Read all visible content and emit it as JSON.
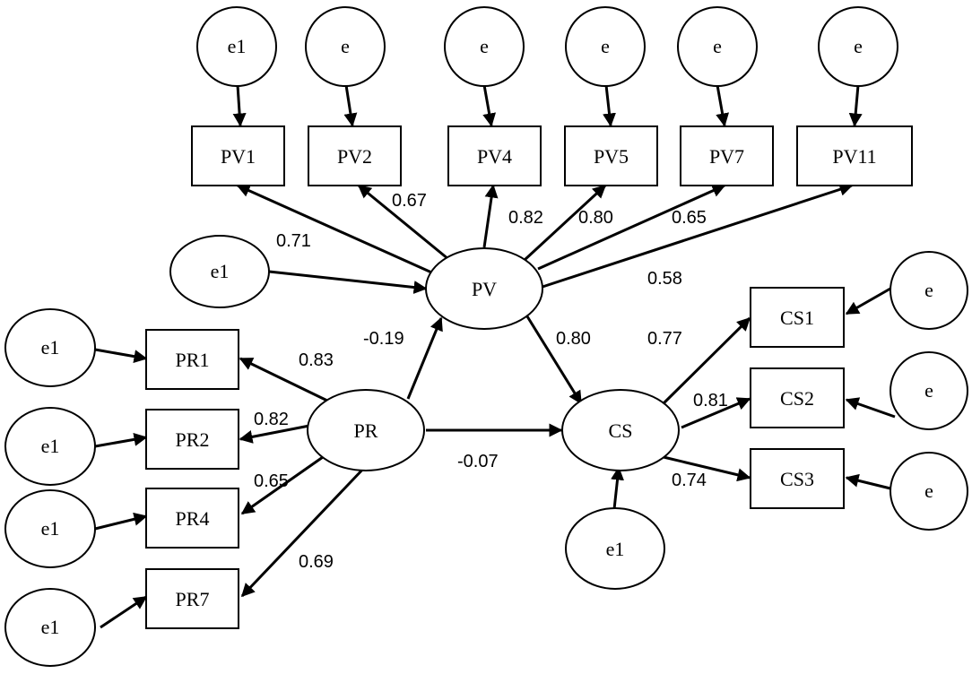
{
  "diagram": {
    "latent": {
      "PV": "PV",
      "PR": "PR",
      "CS": "CS"
    },
    "indicators": {
      "PV1": "PV1",
      "PV2": "PV2",
      "PV4": "PV4",
      "PV5": "PV5",
      "PV7": "PV7",
      "PV11": "PV11",
      "PR1": "PR1",
      "PR2": "PR2",
      "PR4": "PR4",
      "PR7": "PR7",
      "CS1": "CS1",
      "CS2": "CS2",
      "CS3": "CS3"
    },
    "errors": {
      "pv1": "e1",
      "pv2": "e",
      "pv4": "e",
      "pv5": "e",
      "pv7": "e",
      "pv11": "e",
      "pv_latent": "e1",
      "pr1": "e1",
      "pr2": "e1",
      "pr4": "e1",
      "pr7": "e1",
      "cs1": "e",
      "cs2": "e",
      "cs3": "e",
      "cs_latent": "e1"
    },
    "coefficients": {
      "pv_pv1": "0.71",
      "pv_pv2": "0.67",
      "pv_pv4": "0.82",
      "pv_pv5": "0.80",
      "pv_pv7": "0.65",
      "pv_pv11": "0.58",
      "pv_cs": "0.80",
      "pr_pv": "-0.19",
      "pr_cs": "-0.07",
      "pr_pr1": "0.83",
      "pr_pr2": "0.82",
      "pr_pr4": "0.65",
      "pr_pr7": "0.69",
      "cs_cs1": "0.77",
      "cs_cs2": "0.81",
      "cs_cs3": "0.74"
    }
  }
}
